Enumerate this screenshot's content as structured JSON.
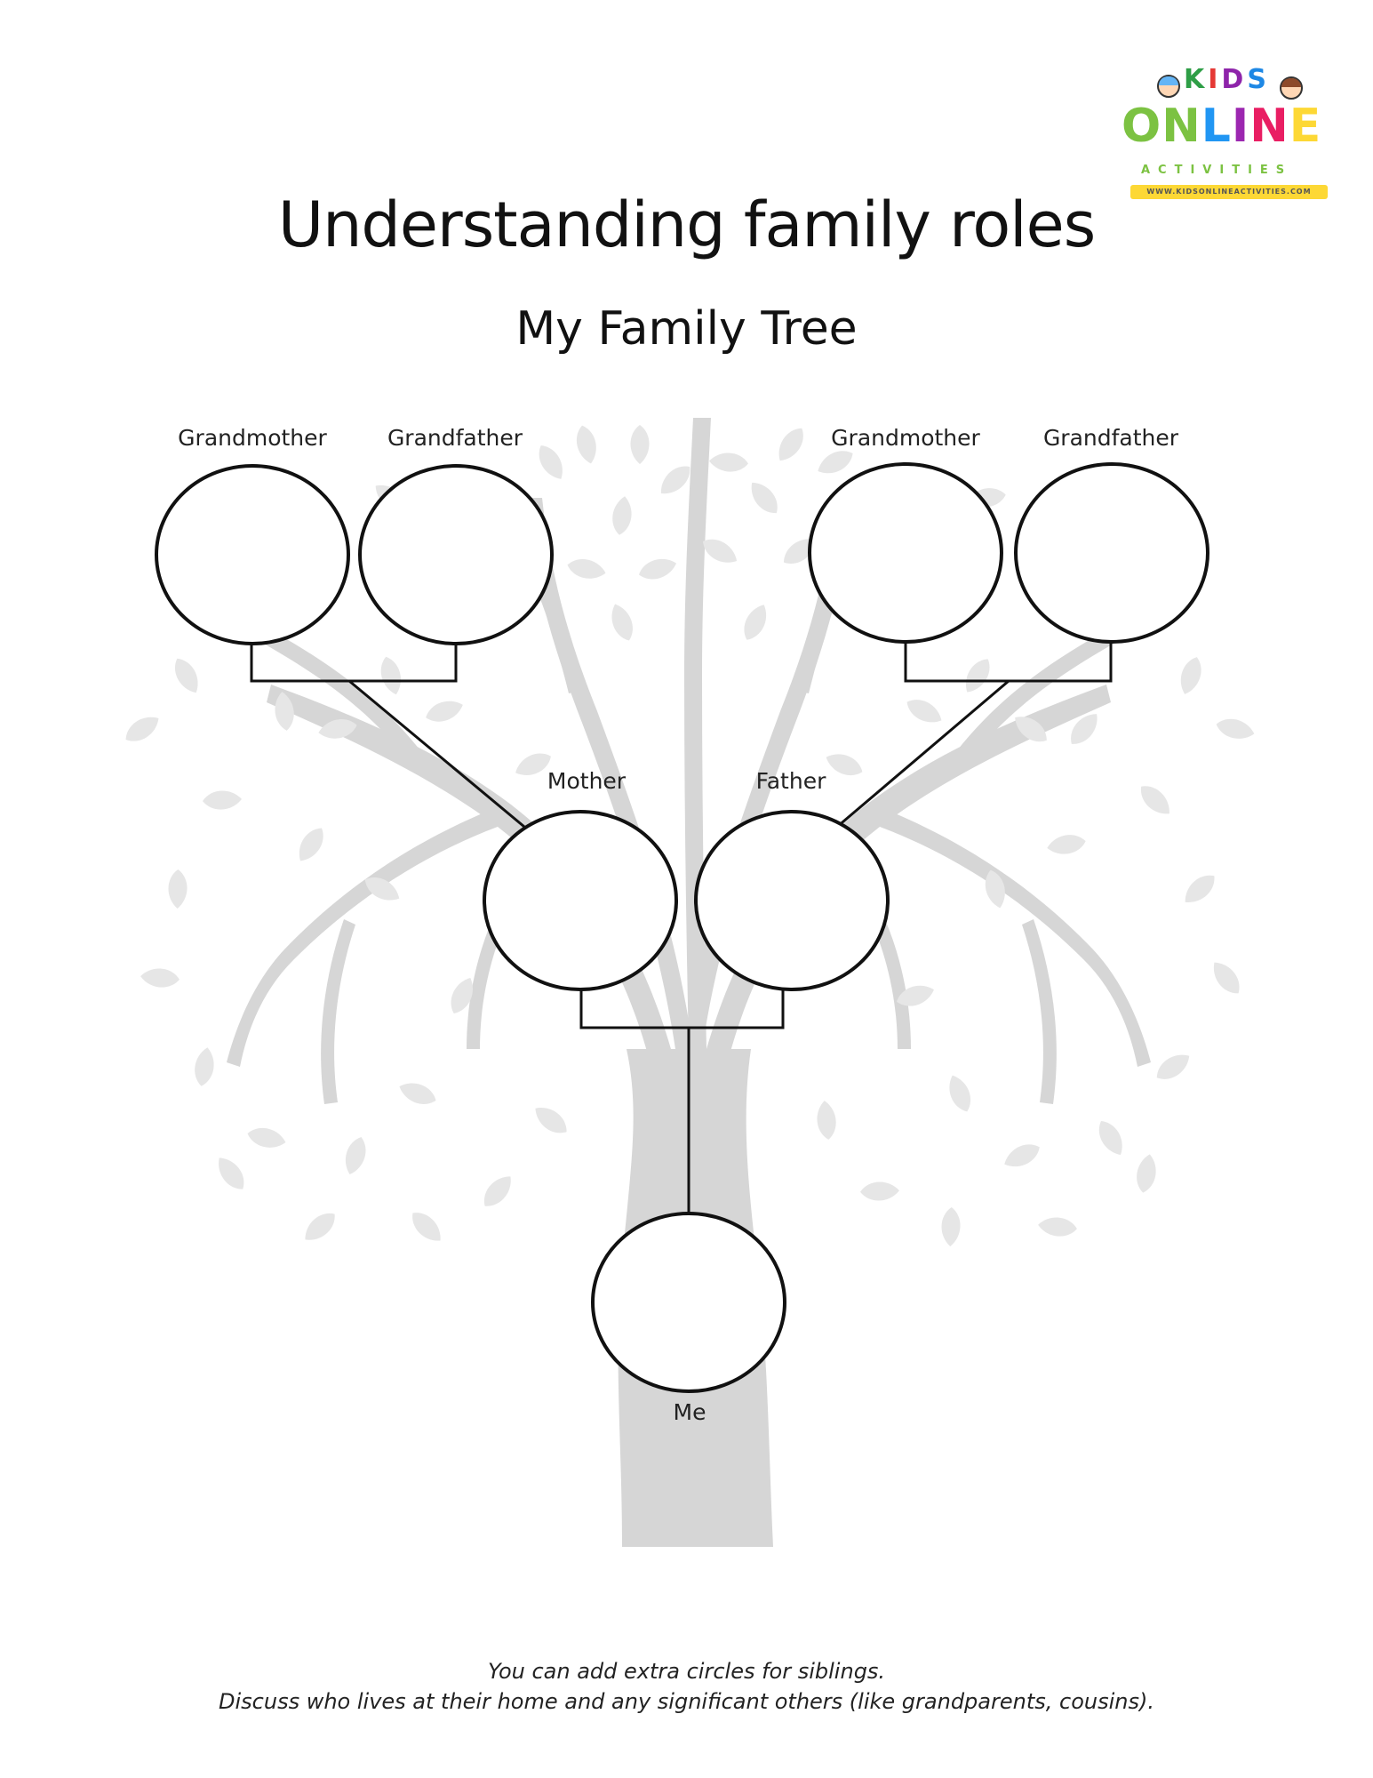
{
  "logo": {
    "kids": "KIDS",
    "online": "ONLINE",
    "activities": "ACTIVITIES",
    "url": "WWW.KIDSONLINEACTIVITIES.COM"
  },
  "title": "Understanding family roles",
  "subtitle": "My Family Tree",
  "members": {
    "grandmother_left": "Grandmother",
    "grandfather_left": "Grandfather",
    "grandmother_right": "Grandmother",
    "grandfather_right": "Grandfather",
    "mother": "Mother",
    "father": "Father",
    "me": "Me"
  },
  "notes": {
    "line1": "You can add extra circles for siblings.",
    "line2": "Discuss who lives at their home and any significant others (like grandparents, cousins)."
  },
  "colors": {
    "tree": "#d6d6d6",
    "leaf": "#e8e8e8",
    "line": "#111111"
  }
}
